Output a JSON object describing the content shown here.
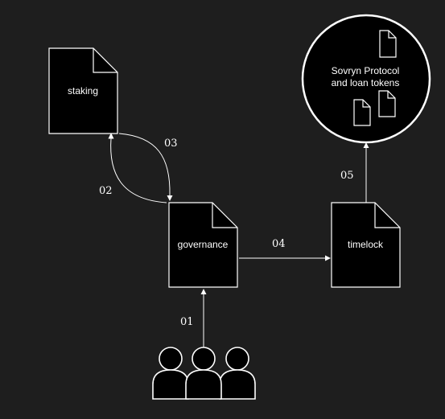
{
  "colors": {
    "background": "#1e1e1e",
    "shape_fill": "#000000",
    "stroke": "#ffffff",
    "text": "#ffffff"
  },
  "nodes": {
    "staking": "staking",
    "governance": "governance",
    "timelock": "timelock",
    "protocol_line1": "Sovryn Protocol",
    "protocol_line2": "and loan tokens"
  },
  "edges": {
    "e01": "01",
    "e02": "02",
    "e03": "03",
    "e04": "04",
    "e05": "05"
  },
  "icons": {
    "users": "users-group-icon",
    "document": "document-icon"
  }
}
